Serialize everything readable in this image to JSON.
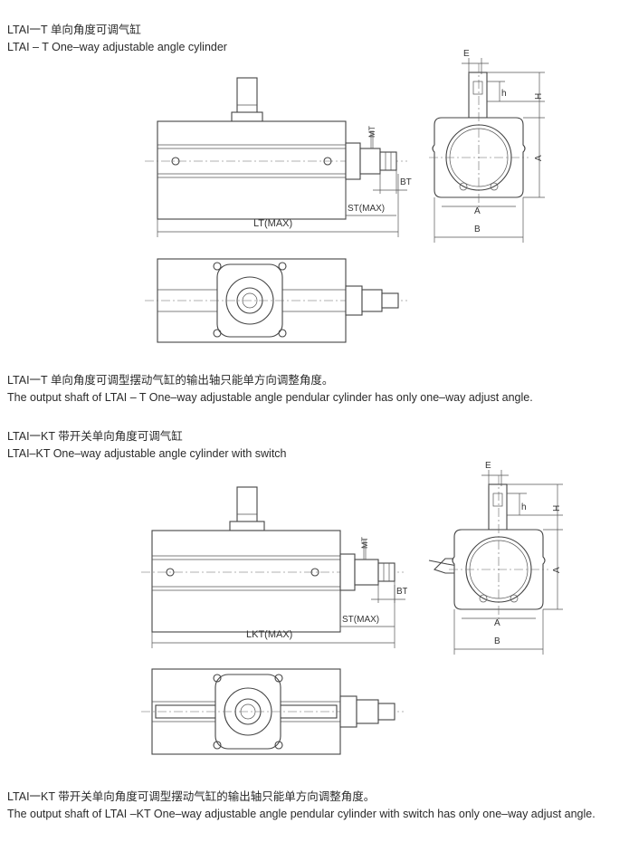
{
  "section_t": {
    "title_cn": "LTAI一T 单向角度可调气缸",
    "title_en": "LTAI – T One–way adjustable angle cylinder",
    "note_cn": "LTAI一T 单向角度可调型摆动气缸的输出轴只能单方向调整角度。",
    "note_en": "The output shaft of LTAI – T One–way adjustable angle pendular cylinder has only one–way adjust angle.",
    "dims": {
      "mt": "MT",
      "bt": "BT",
      "st": "ST(MAX)",
      "lt": "LT(MAX)",
      "e": "E",
      "h_small": "h",
      "h_big": "H",
      "a_side": "A",
      "a_bottom": "A",
      "b": "B"
    }
  },
  "section_kt": {
    "title_cn": "LTAI一KT 带开关单向角度可调气缸",
    "title_en": "LTAI–KT One–way adjustable angle cylinder with switch",
    "note_cn": "LTAI一KT 带开关单向角度可调型摆动气缸的输出轴只能单方向调整角度。",
    "note_en": "The output shaft of LTAI –KT One–way adjustable angle pendular cylinder with switch has only one–way adjust angle.",
    "dims": {
      "mt": "MT",
      "bt": "BT",
      "st": "ST(MAX)",
      "lkt": "LKT(MAX)",
      "e": "E",
      "h_small": "h",
      "h_big": "H",
      "a_side": "A",
      "a_bottom": "A",
      "b": "B"
    }
  }
}
